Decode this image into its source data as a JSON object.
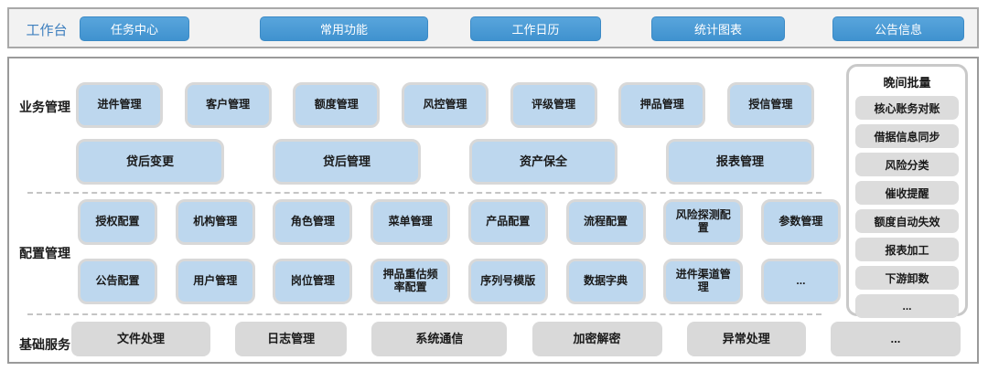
{
  "workbench": {
    "label": "工作台",
    "buttons": [
      "任务中心",
      "常用功能",
      "工作日历",
      "统计图表",
      "公告信息"
    ]
  },
  "sections": {
    "business": {
      "label": "业务管理",
      "row1": [
        "进件管理",
        "客户管理",
        "额度管理",
        "风控管理",
        "评级管理",
        "押品管理",
        "授信管理"
      ],
      "row2": [
        "贷后变更",
        "贷后管理",
        "资产保全",
        "报表管理"
      ]
    },
    "config": {
      "label": "配置管理",
      "row1": [
        "授权配置",
        "机构管理",
        "角色管理",
        "菜单管理",
        "产品配置",
        "流程配置",
        "风险探测配置",
        "参数管理"
      ],
      "row2": [
        "公告配置",
        "用户管理",
        "岗位管理",
        "押品重估频率配置",
        "序列号模版",
        "数据字典",
        "进件渠道管理",
        "..."
      ]
    },
    "base": {
      "label": "基础服务",
      "items": [
        "文件处理",
        "日志管理",
        "系统通信",
        "加密解密",
        "异常处理",
        "..."
      ]
    },
    "batch": {
      "label": "晚间批量",
      "items": [
        "核心账务对账",
        "借据信息同步",
        "风险分类",
        "催收提醒",
        "额度自动失效",
        "报表加工",
        "下游卸数",
        "..."
      ]
    }
  },
  "colors": {
    "accent_blue": "#4A9BD5",
    "module_blue": "#BDD7EE",
    "module_gray": "#D9D9D9",
    "label_blue": "#3E7FBE"
  }
}
